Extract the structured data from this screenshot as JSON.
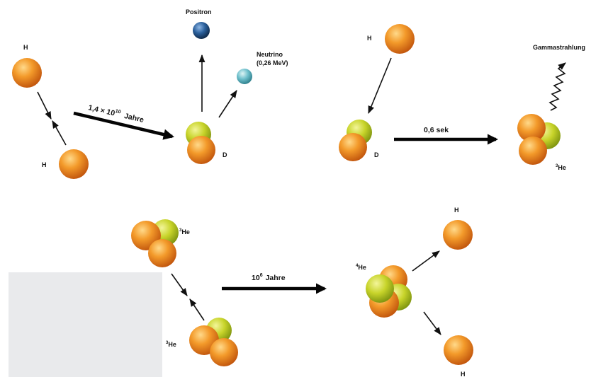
{
  "colors": {
    "proton": "#f08a1e",
    "neutron": "#c4d020",
    "positron": "#1f4f84",
    "neutrino": "#5fb7c6",
    "arrow": "#111111",
    "placeholder_box": "#e9eaec"
  },
  "step1": {
    "h_top": "H",
    "h_bottom": "H",
    "time_base": "1,4 × 10",
    "time_exp": "10",
    "time_unit": "Jahre",
    "positron": "Positron",
    "neutrino_name": "Neutrino",
    "neutrino_energy": "(0,26 MeV)",
    "deuterium": "D"
  },
  "step2": {
    "h": "H",
    "deuterium": "D",
    "time": "0,6 sek",
    "gamma": "Gammastrahlung",
    "he3_sup": "3",
    "he3_sym": "He"
  },
  "step3": {
    "he3_top_sup": "3",
    "he3_top_sym": "He",
    "he3_bottom_sup": "3",
    "he3_bottom_sym": "He",
    "time_base": "10",
    "time_exp": "6",
    "time_unit": "Jahre",
    "he4_sup": "4",
    "he4_sym": "He",
    "h_top": "H",
    "h_bottom": "H"
  }
}
